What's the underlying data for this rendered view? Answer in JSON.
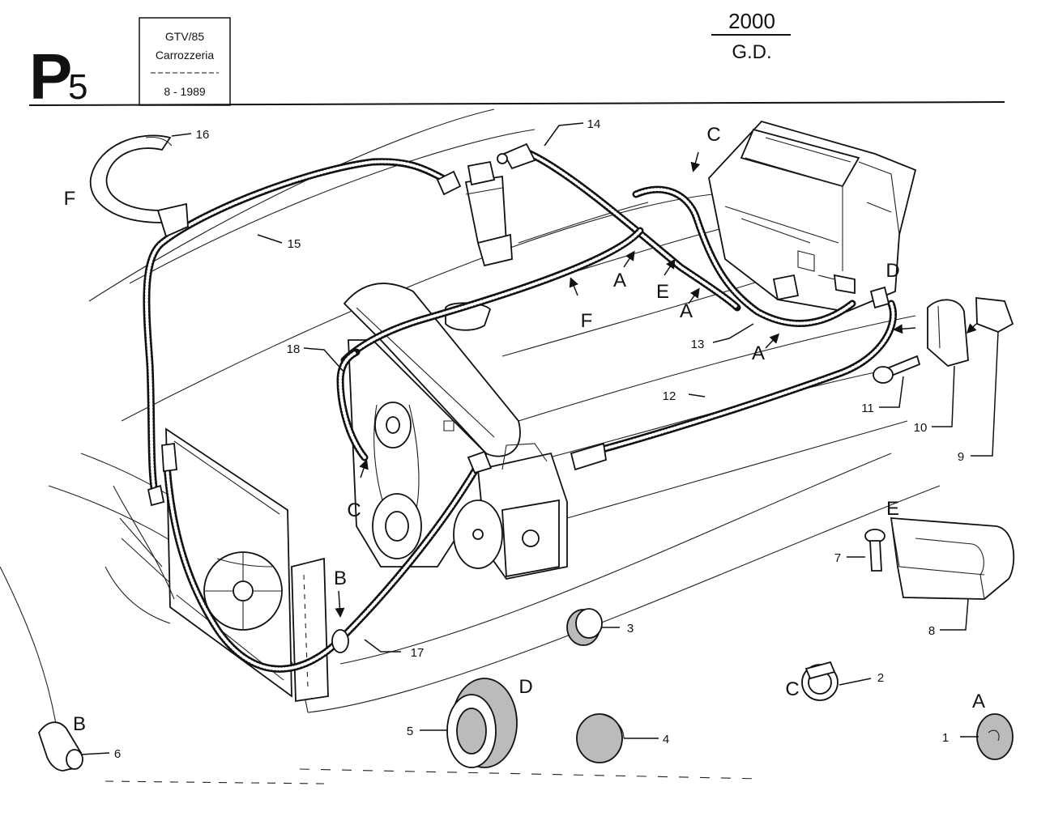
{
  "header": {
    "page_code": "P",
    "page_index": "5",
    "model_box": {
      "model": "GTV/85",
      "section": "Carrozzeria",
      "date": "8 - 1989"
    },
    "engine_fraction": {
      "top": "2000",
      "bottom": "G.D."
    }
  },
  "callouts": {
    "n1": "1",
    "n2": "2",
    "n3": "3",
    "n4": "4",
    "n5": "5",
    "n6": "6",
    "n7": "7",
    "n8": "8",
    "n9": "9",
    "n10": "10",
    "n11": "11",
    "n12": "12",
    "n13": "13",
    "n14": "14",
    "n15": "15",
    "n16": "16",
    "n17": "17",
    "n18": "18"
  },
  "letters": {
    "A": "A",
    "B": "B",
    "C": "C",
    "D": "D",
    "E": "E",
    "F": "F"
  }
}
